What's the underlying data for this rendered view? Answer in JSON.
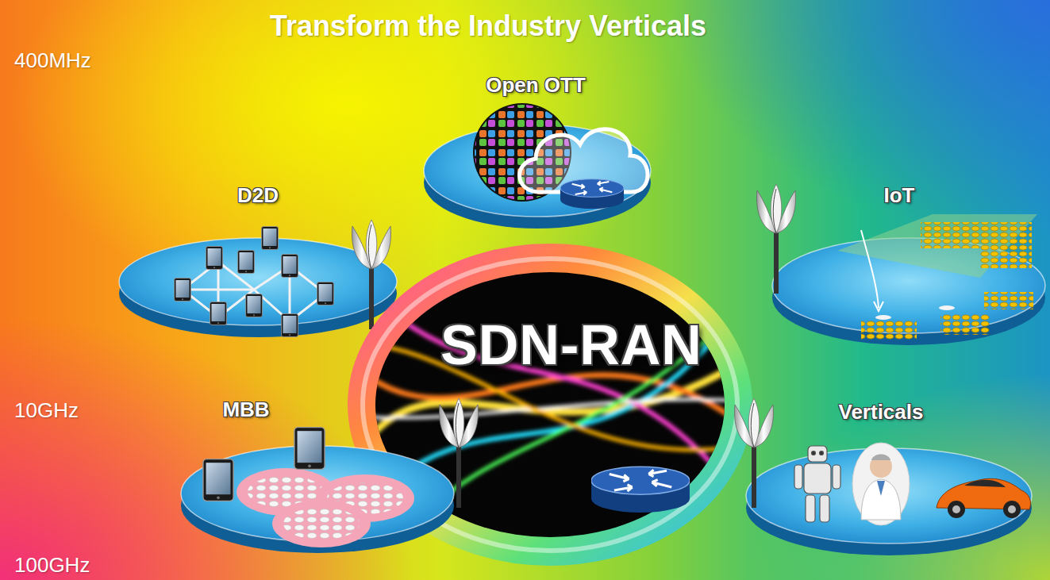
{
  "diagram": {
    "title": "Transform the Industry Verticals",
    "nodes": [
      {
        "text": [
          "Open OTT"
        ]
      },
      {
        "text": [
          "D2D"
        ]
      },
      {
        "text": [
          "IoT"
        ]
      },
      {
        "text": [
          "SDN-RAN"
        ]
      },
      {
        "text": [
          "MBB"
        ]
      },
      {
        "text": [
          "Verticals"
        ]
      }
    ],
    "labels": [
      "400MHz",
      "10GHz",
      "100GHz"
    ]
  }
}
